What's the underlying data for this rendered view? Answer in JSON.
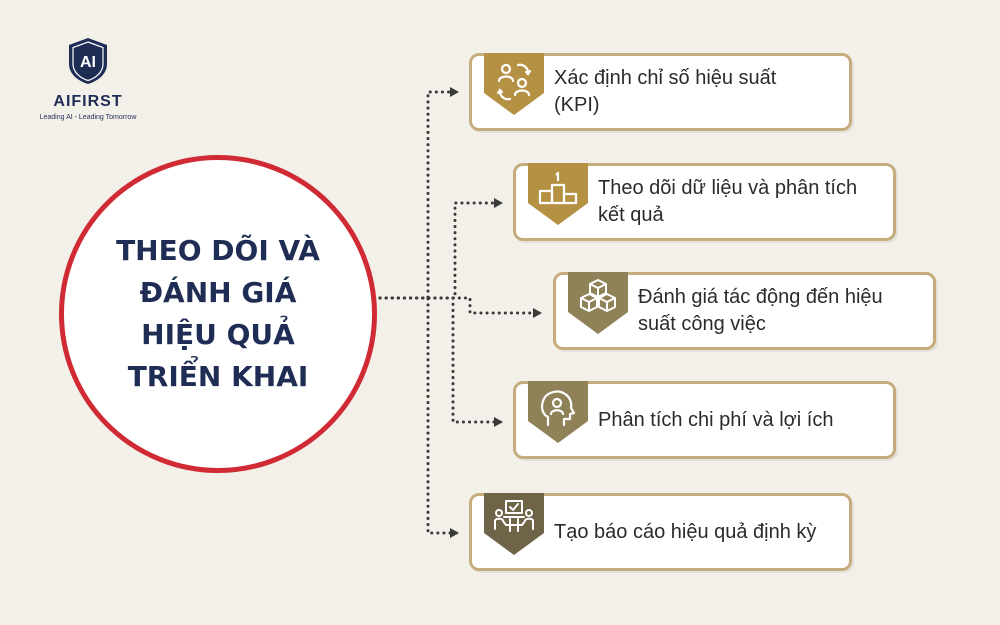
{
  "logo": {
    "mark_text": "AI",
    "name": "AIFIRST",
    "tagline": "Leading AI - Leading Tomorrow"
  },
  "hub": {
    "title": "THEO DÕI VÀ ĐÁNH GIÁ HIỆU QUẢ TRIỂN KHAI"
  },
  "steps": [
    {
      "label": "Xác định chỉ số hiệu suất (KPI)",
      "icon": "kpi-people-icon"
    },
    {
      "label": "Theo dõi dữ liệu và phân tích kết quả",
      "icon": "podium-icon"
    },
    {
      "label": "Đánh giá tác động đến hiệu suất công việc",
      "icon": "boxes-icon"
    },
    {
      "label": "Phân tích chi phí và lợi ích",
      "icon": "head-analysis-icon"
    },
    {
      "label": "Tạo báo cáo hiệu quả định kỳ",
      "icon": "team-report-icon"
    }
  ],
  "colors": {
    "navy": "#1f2d55",
    "red": "#d02a34",
    "gold": "#c5ac7c",
    "badge_gold": "#b59143",
    "badge_olive": "#8f8258",
    "badge_dark_olive": "#6f6447",
    "connector": "#3a3a3a",
    "background": "#f3f0ea"
  }
}
